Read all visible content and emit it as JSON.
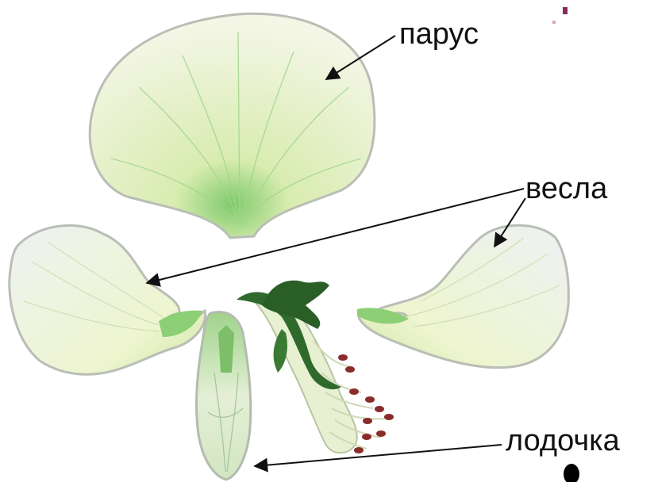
{
  "labels": {
    "standard": "парус",
    "wings": "весла",
    "keel": "лодочка"
  },
  "colors": {
    "petal_fill": "#f2f6de",
    "petal_edge": "#b9beb6",
    "vein_green": "#7fca6a",
    "dark_green": "#2f6a2c",
    "anther": "#8a2c2c",
    "arrow": "#111111",
    "corner_mark": "#8b2a5a"
  }
}
